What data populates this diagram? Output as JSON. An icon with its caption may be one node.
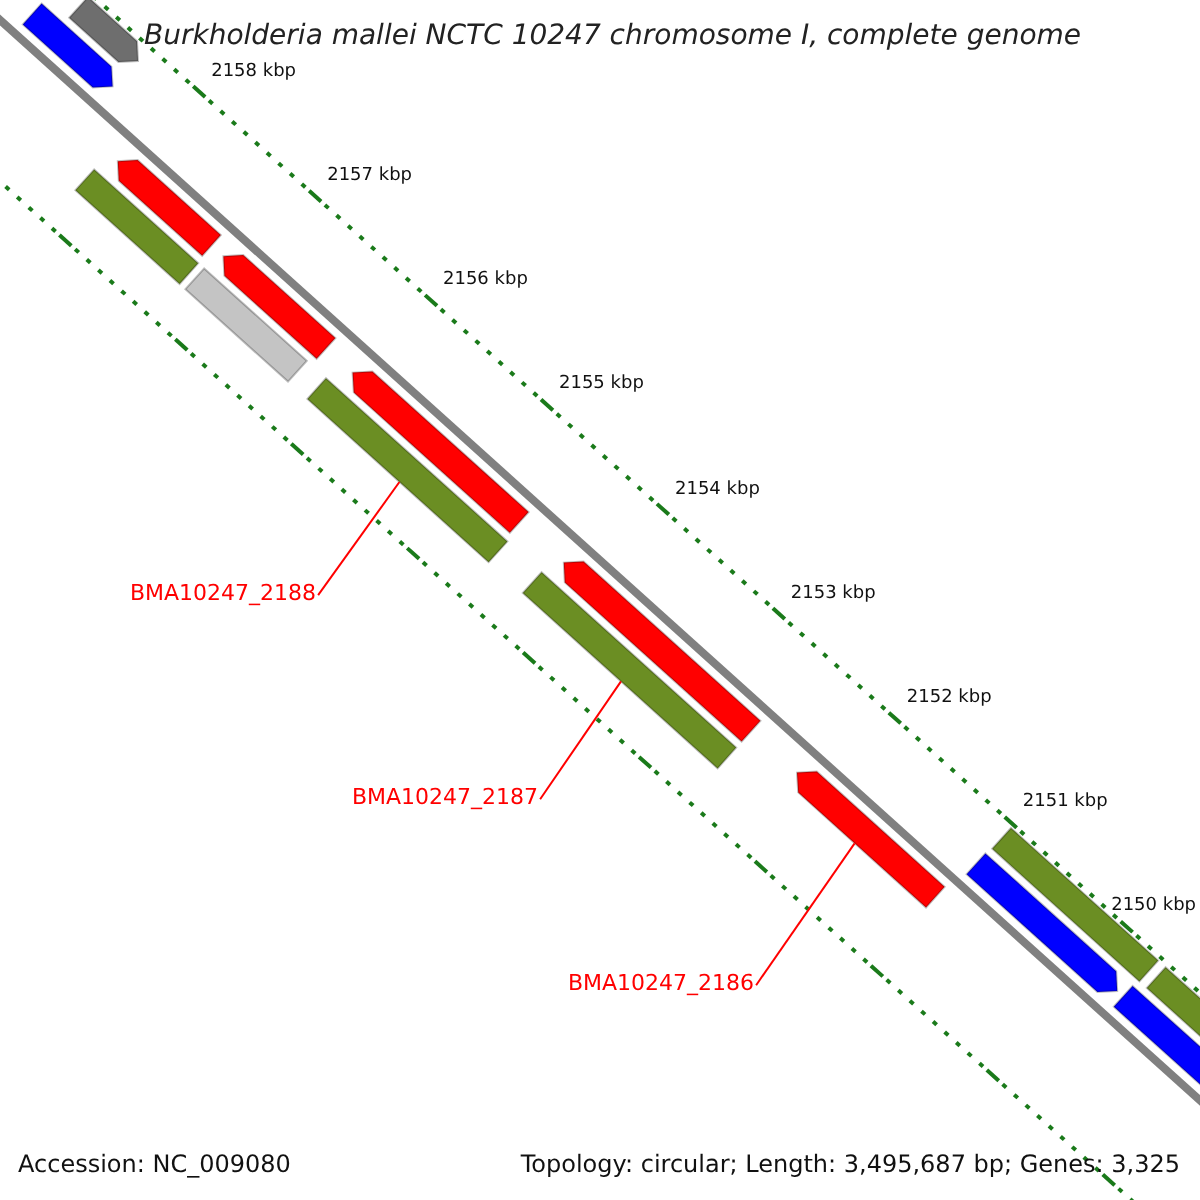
{
  "diagram": {
    "title": "Burkholderia mallei NCTC 10247 chromosome I, complete genome",
    "nodes": [
      {
        "text": [
          "BMA10247_2188"
        ]
      },
      {
        "text": [
          "BMA10247_2187"
        ]
      },
      {
        "text": [
          "BMA10247_2186"
        ]
      },
      {
        "text": [],
        "shape": "bar"
      },
      {
        "text": [],
        "shape": "bar"
      },
      {
        "text": [],
        "shape": "bar"
      },
      {
        "text": [],
        "shape": "bar"
      },
      {
        "text": [],
        "shape": "bar"
      },
      {
        "text": [],
        "shape": "bar"
      },
      {
        "text": [],
        "shape": "bar"
      },
      {
        "text": [],
        "shape": "bar"
      },
      {
        "text": [],
        "shape": "bar"
      },
      {
        "text": [],
        "shape": "bar"
      },
      {
        "text": [],
        "shape": "bar"
      },
      {
        "text": [],
        "shape": "bar"
      },
      {
        "text": [],
        "shape": "bar"
      },
      {
        "text": [],
        "shape": "bar"
      },
      {
        "text": [],
        "shape": "bar"
      }
    ],
    "edges": [
      {
        "from": 0,
        "to": 9,
        "arrow": "none"
      },
      {
        "from": 1,
        "to": 11,
        "arrow": "none"
      },
      {
        "from": 2,
        "to": 13,
        "arrow": "none"
      }
    ],
    "labels": [
      "2158 kbp",
      "2157 kbp",
      "2156 kbp",
      "2155 kbp",
      "2154 kbp",
      "2153 kbp",
      "2152 kbp",
      "2151 kbp",
      "2150 kbp",
      "Accession: NC_009080",
      "Topology: circular; Length: 3,495,687 bp; Genes: 3,325"
    ]
  }
}
